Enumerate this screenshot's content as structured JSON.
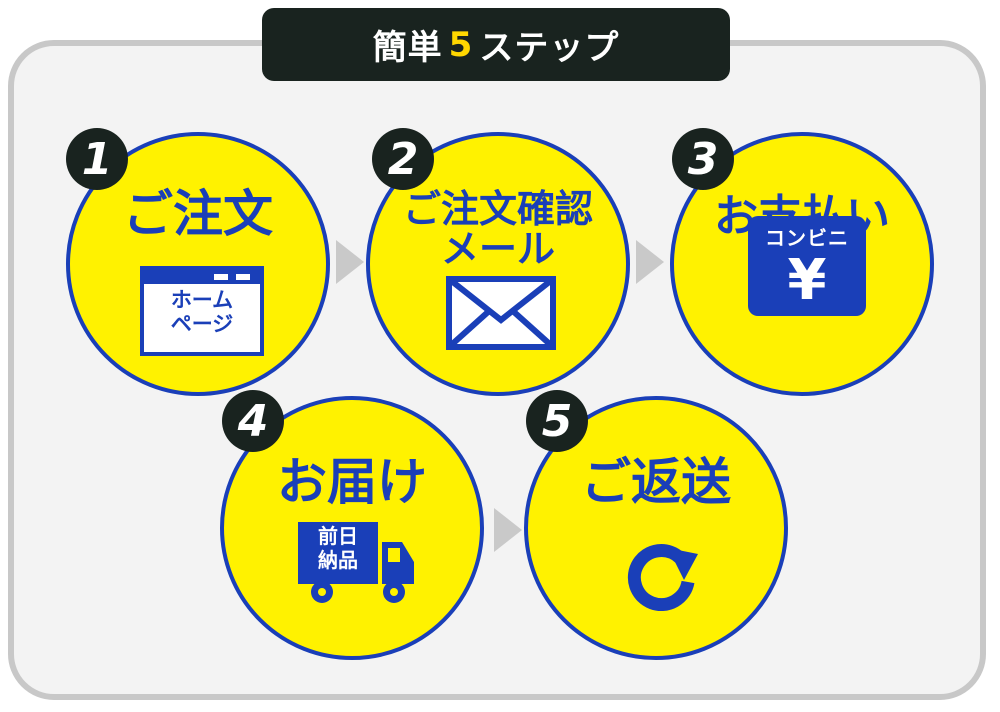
{
  "title": {
    "pre": "簡単",
    "num": "5",
    "post": "ステップ"
  },
  "steps": [
    {
      "num": "1",
      "label": "ご注文",
      "icon": "browser-icon",
      "icon_text": [
        "ホーム",
        "ページ"
      ]
    },
    {
      "num": "2",
      "label_lines": [
        "ご注文確認",
        "メール"
      ],
      "icon": "envelope-icon"
    },
    {
      "num": "3",
      "label": "お支払い",
      "icon": "convenience-store-yen-icon",
      "icon_text": "コンビニ",
      "icon_symbol": "¥"
    },
    {
      "num": "4",
      "label": "お届け",
      "icon": "truck-icon",
      "icon_text": [
        "前日",
        "納品"
      ]
    },
    {
      "num": "5",
      "label": "ご返送",
      "icon": "return-arrow-icon"
    }
  ],
  "colors": {
    "circle": "#fff200",
    "accent": "#1a3fb8",
    "dark": "#19231f",
    "frame": "#c8c8c8"
  }
}
